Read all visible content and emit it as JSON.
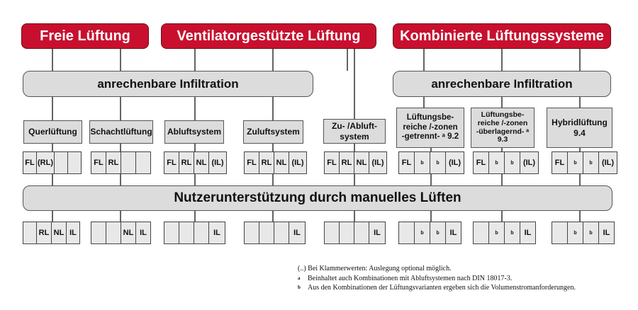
{
  "headers": [
    {
      "label": "Freie Lüftung"
    },
    {
      "label": "Ventilatorgestützte Lüftung"
    },
    {
      "label": "Kombinierte Lüftungssysteme"
    }
  ],
  "infiltration": [
    "anrechenbare Infiltration",
    "anrechenbare Infiltration"
  ],
  "nutzer": "Nutzerunterstützung durch manuelles Lüften",
  "columns": [
    {
      "label": "Querlüftung",
      "upper": [
        "FL",
        "(RL)",
        "",
        ""
      ],
      "lower": [
        "",
        "RL",
        "NL",
        "IL"
      ]
    },
    {
      "label": "Schachtlüftung",
      "upper": [
        "FL",
        "RL",
        "",
        ""
      ],
      "lower": [
        "",
        "",
        "NL",
        "IL"
      ]
    },
    {
      "label": "Abluftsystem",
      "upper": [
        "FL",
        "RL",
        "NL",
        "(IL)"
      ],
      "lower": [
        "",
        "",
        "",
        "IL"
      ]
    },
    {
      "label": "Zuluftsystem",
      "upper": [
        "FL",
        "RL",
        "NL",
        "(IL)"
      ],
      "lower": [
        "",
        "",
        "",
        "IL"
      ]
    },
    {
      "label": "Zu- /Abluft-\nsystem",
      "upper": [
        "FL",
        "RL",
        "NL",
        "(IL)"
      ],
      "lower": [
        "",
        "",
        "",
        "IL"
      ]
    },
    {
      "label": "Lüftungsbe-\nreiche /-zonen\n-getrennt- ᵃ 9.2",
      "upper": [
        "FL",
        "b",
        "b",
        "(IL)"
      ],
      "lower": [
        "",
        "b",
        "b",
        "IL"
      ]
    },
    {
      "label": "Lüftungsbe-\nreiche /-zonen\n-überlagernd- ᵃ\n9.3",
      "upper": [
        "FL",
        "b",
        "b",
        "(IL)"
      ],
      "lower": [
        "",
        "b",
        "b",
        "IL"
      ]
    },
    {
      "label": "Hybridlüftung\n9.4",
      "upper": [
        "FL",
        "b",
        "b",
        "(IL)"
      ],
      "lower": [
        "",
        "b",
        "b",
        "IL"
      ]
    }
  ],
  "notes": [
    {
      "marker": "",
      "text": "(..) Bei Klammerwerten: Auslegung optional möglich."
    },
    {
      "marker": "a",
      "text": "Beinhaltet auch Kombinationen mit Abluftsystemen nach DIN 18017-3."
    },
    {
      "marker": "b",
      "text": "Aus den Kombinationen der Lüftungsvarianten ergeben sich die Volumenstromanforderungen."
    }
  ]
}
